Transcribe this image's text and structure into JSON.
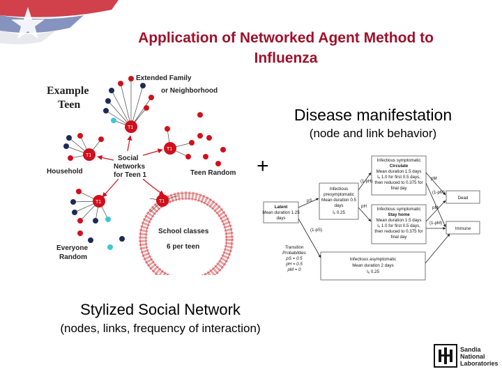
{
  "slide": {
    "title_line1": "Application of Networked Agent Method to",
    "title_line2": "Influenza",
    "manifestation_title": "Disease manifestation",
    "manifestation_subtitle": "(node and link behavior)",
    "plus": "+",
    "network_caption": "Stylized Social Network",
    "network_subcaption": "(nodes, links, frequency of interaction)"
  },
  "network": {
    "example_line1": "Example",
    "example_line2": "Teen",
    "extended_family_line1": "Extended Family",
    "extended_family_line2": "or Neighborhood",
    "household": "Household",
    "social_line1": "Social",
    "social_line2": "Networks",
    "social_line3": "for Teen 1",
    "teen_random": "Teen Random",
    "everyone_line1": "Everyone",
    "everyone_line2": "Random",
    "school_line1": "School classes",
    "school_line2": "6 per teen",
    "hub_label": "T1",
    "colors": {
      "red": "#d0101c",
      "navy": "#1c2a5a",
      "cyan": "#3cc8d6",
      "ring": "#e8a0a0"
    }
  },
  "flow": {
    "latent": [
      "Latent",
      "Mean duration 1.25",
      "days"
    ],
    "presymptomatic": [
      "Infectious",
      "presymptomatic",
      "Mean duration 0.5",
      "days",
      "Iₑ 0.25"
    ],
    "symptomatic_circulate": [
      "Infectious symptomatic",
      "Circulate",
      "Mean duration 1.5 days",
      "Iₑ 1.0 for first 0.5 days,",
      "then reduced to 0.375 for",
      "final day"
    ],
    "symptomatic_stayhome": [
      "Infectious symptomatic",
      "Stay home",
      "Mean duration 1.5 days",
      "Iₑ 1.0 for first 0.5 days,",
      "then reduced to 0.375 for",
      "final day"
    ],
    "asymptomatic": [
      "Infectious asymptomatic",
      "Mean duration 2 days",
      "Iₑ 0.25"
    ],
    "dead": "Dead",
    "immune": "Immune",
    "transition": [
      "Transition",
      "Probabilities",
      "pS = 0.5",
      "pH = 0.5",
      "pM = 0"
    ],
    "edge_labels": {
      "ps": "pS",
      "pm1": "pM",
      "pm2": "pM",
      "one_minus_ps": "(1-pS)",
      "one_minus_ph": "(1-pH)",
      "one_minus_pm1": "(1-pM)",
      "one_minus_pm2": "(1-pM)",
      "ph": "pH"
    }
  },
  "logo": {
    "line1": "Sandia",
    "line2": "National",
    "line3": "Laboratories"
  }
}
